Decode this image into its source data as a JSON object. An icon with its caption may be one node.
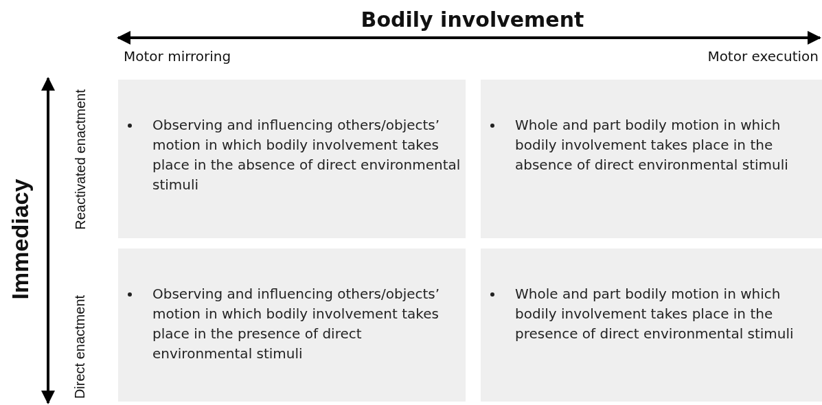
{
  "diagram": {
    "nodes": [
      {
        "text": [
          "Observing and influencing others/objects’ motion in which bodily involvement takes place in the absence of direct environmental stimuli"
        ]
      },
      {
        "text": [
          "Whole and part bodily motion in which bodily involvement takes place in the absence of direct environmental stimuli"
        ]
      },
      {
        "text": [
          "Observing and influencing others/objects’ motion in which bodily involvement takes place in the presence of direct environmental stimuli"
        ]
      },
      {
        "text": [
          "Whole and part bodily motion in which bodily involvement takes place in the presence of direct environmental stimuli"
        ]
      }
    ],
    "labels": [
      "Bodily involvement",
      "Motor mirroring",
      "Motor execution",
      "Immediacy",
      "Reactivated enactment",
      "Direct enactment"
    ]
  }
}
